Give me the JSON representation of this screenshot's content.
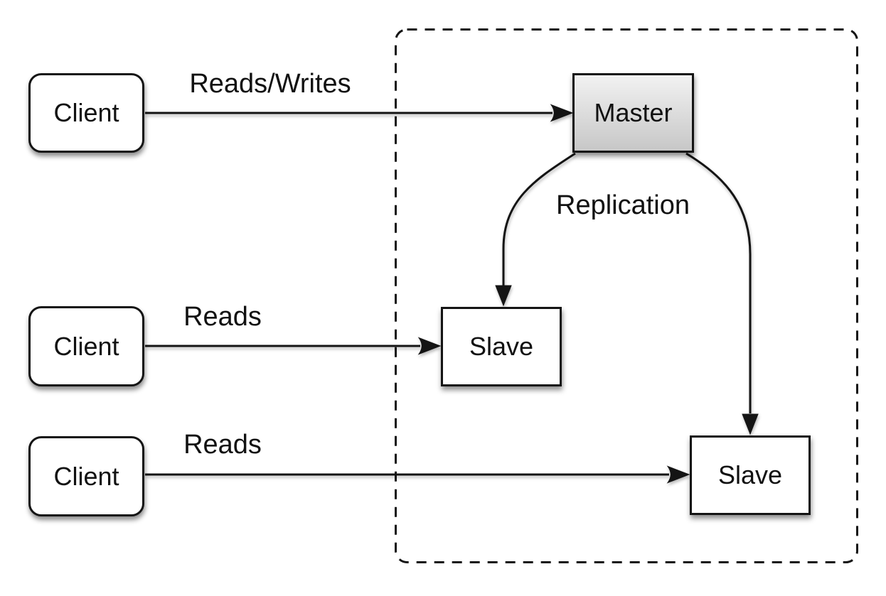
{
  "colors": {
    "bg": "#ffffff",
    "stroke": "#141414",
    "text": "#111111",
    "master-grad-top": "#f2f2f2",
    "master-grad-bottom": "#c7c7c7",
    "node-fill": "#ffffff"
  },
  "nodes": {
    "client1": {
      "label": "Client"
    },
    "client2": {
      "label": "Client"
    },
    "client3": {
      "label": "Client"
    },
    "master": {
      "label": "Master"
    },
    "slave1": {
      "label": "Slave"
    },
    "slave2": {
      "label": "Slave"
    }
  },
  "edges": {
    "client1_master": {
      "label": "Reads/Writes"
    },
    "client2_slave1": {
      "label": "Reads"
    },
    "client3_slave2": {
      "label": "Reads"
    },
    "replication": {
      "label": "Replication"
    }
  }
}
